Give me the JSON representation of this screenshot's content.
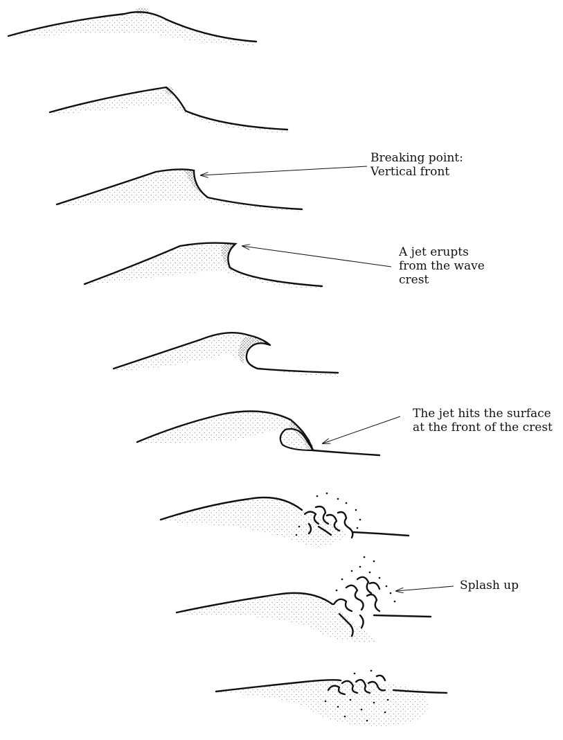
{
  "annotations": {
    "breaking_point": [
      "Breaking point:",
      "Vertical front"
    ],
    "jet_erupts": [
      "A jet erupts",
      "from the wave",
      "crest"
    ],
    "jet_hits": [
      "The jet hits the surface",
      "at the front of the crest"
    ],
    "splash_up": [
      "Splash up"
    ]
  },
  "colors": {
    "ink": "#111111",
    "background": "#ffffff"
  }
}
